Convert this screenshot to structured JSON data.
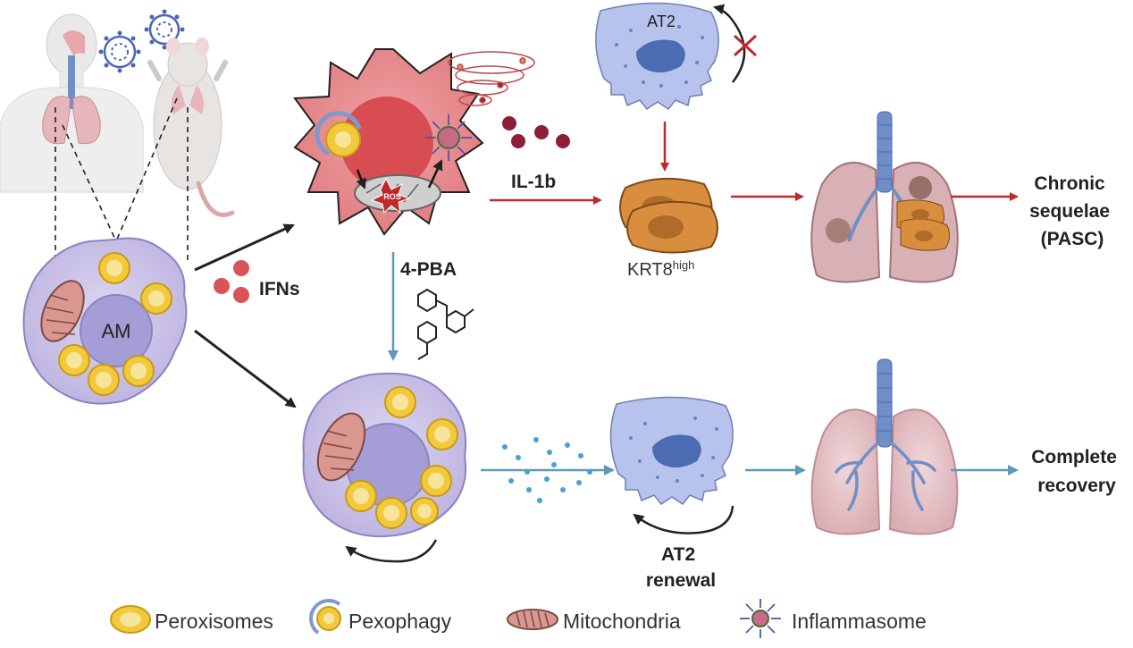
{
  "cells": {
    "am": "AM",
    "at2_top": "AT2",
    "ros": "ROS"
  },
  "labels": {
    "il1b": "IL-1b",
    "ifns": "IFNs",
    "pba": "4-PBA",
    "krt8": "KRT8",
    "krt8_sup": "high",
    "chronic": [
      "Chronic",
      "sequelae",
      "(PASC)"
    ],
    "recovery": [
      "Complete",
      "recovery"
    ],
    "renewal": [
      "AT2",
      "renewal"
    ]
  },
  "legend": {
    "items": [
      {
        "icon": "peroxisome-icon",
        "label": "Peroxisomes"
      },
      {
        "icon": "pexophagy-icon",
        "label": "Pexophagy"
      },
      {
        "icon": "mitochondria-icon",
        "label": "Mitochondria"
      },
      {
        "icon": "inflammasome-icon",
        "label": "Inflammasome"
      }
    ]
  },
  "colors": {
    "red_arrow": "#c0282b",
    "blue_arrow": "#5d9ab9",
    "black_arrow": "#222222",
    "am_cell": "#cdc4e8",
    "am_nucleus": "#a49dd6",
    "inflamed_cell": "#e8868a",
    "at2_cell": "#b7c3ec",
    "krt8_cell": "#d98e3e",
    "peroxisome": "#f1c93a",
    "lung": "#e5c4c8",
    "trachea": "#6f8fc7"
  }
}
